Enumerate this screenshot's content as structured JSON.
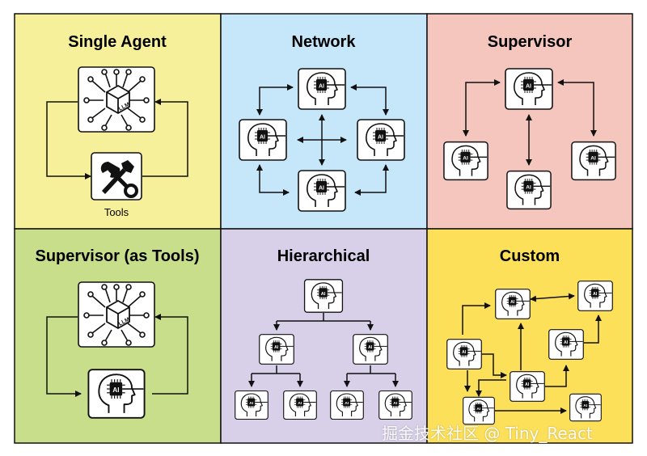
{
  "colors": {
    "single_agent": "#f7f09a",
    "network": "#c6e7fa",
    "supervisor": "#f5c6bd",
    "supervisor_tools": "#c9de8a",
    "hierarchical": "#d8d0e8",
    "custom": "#fde05a",
    "box_fill": "#ffffff",
    "line": "#111111"
  },
  "panels": {
    "single_agent": {
      "title": "Single Agent",
      "tools_label": "Tools",
      "cube_label": "LLM"
    },
    "network": {
      "title": "Network"
    },
    "supervisor": {
      "title": "Supervisor"
    },
    "supervisor_tools": {
      "title": "Supervisor (as Tools)",
      "cube_label": "LLM"
    },
    "hierarchical": {
      "title": "Hierarchical"
    },
    "custom": {
      "title": "Custom"
    }
  },
  "chip_label": "AI",
  "watermark": "掘金技术社区 @ Tiny_React"
}
